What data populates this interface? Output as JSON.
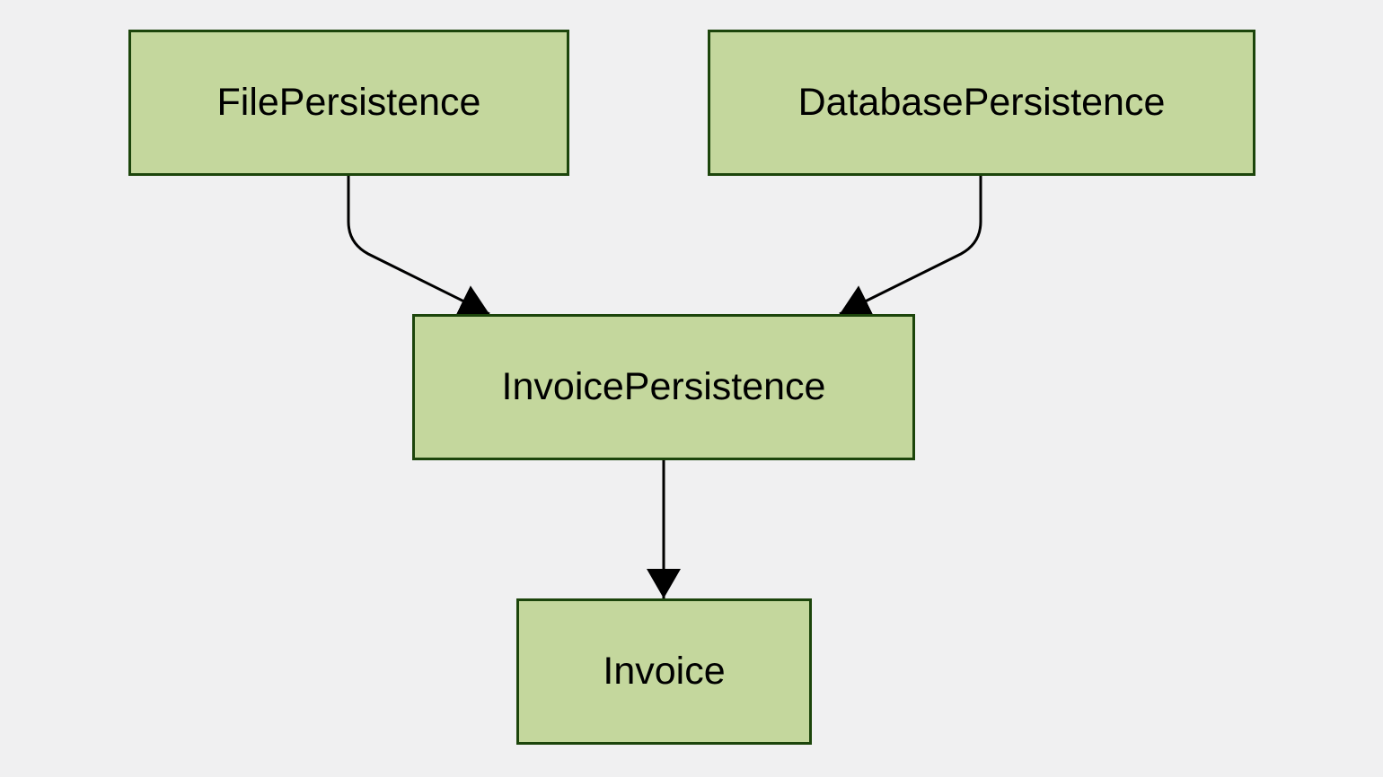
{
  "diagram": {
    "type": "class-dependency-diagram",
    "background_color": "#f0f0f1",
    "node_fill_color": "#c4d79d",
    "node_border_color": "#1c450b",
    "text_color": "#000000",
    "arrow_color": "#000000",
    "nodes": [
      {
        "id": "file-persistence",
        "label": "FilePersistence"
      },
      {
        "id": "database-persistence",
        "label": "DatabasePersistence"
      },
      {
        "id": "invoice-persistence",
        "label": "InvoicePersistence"
      },
      {
        "id": "invoice",
        "label": "Invoice"
      }
    ],
    "edges": [
      {
        "from": "FilePersistence",
        "to": "InvoicePersistence",
        "style": "solid-arrow"
      },
      {
        "from": "DatabasePersistence",
        "to": "InvoicePersistence",
        "style": "solid-arrow"
      },
      {
        "from": "InvoicePersistence",
        "to": "Invoice",
        "style": "solid-arrow"
      }
    ]
  }
}
